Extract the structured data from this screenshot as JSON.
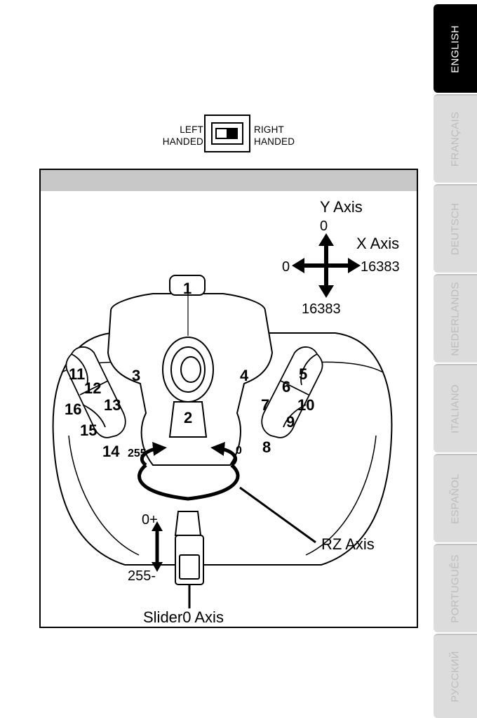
{
  "switch": {
    "left_label_1": "LEFT",
    "left_label_2": "HANDED",
    "right_label_1": "RIGHT",
    "right_label_2": "HANDED"
  },
  "figure": {
    "axes": {
      "y_title": "Y Axis",
      "y_top": "0",
      "x_title": "X Axis",
      "x_left": "0",
      "x_right": "16383",
      "y_bottom": "16383",
      "rz_left": "255",
      "rz_right": "0",
      "rz_label": "RZ Axis",
      "slider_top": "0+",
      "slider_bottom": "255-",
      "slider_label": "Slider0 Axis"
    },
    "buttons": [
      "1",
      "2",
      "3",
      "4",
      "5",
      "6",
      "7",
      "8",
      "9",
      "10",
      "11",
      "12",
      "13",
      "14",
      "15",
      "16"
    ]
  },
  "languages": [
    "ENGLISH",
    "FRANÇAIS",
    "DEUTSCH",
    "NEDERLANDS",
    "ITALIANO",
    "ESPAÑOL",
    "PORTUGUÊS",
    "РУССКИЙ"
  ],
  "colors": {
    "active_tab": "#000000",
    "inactive_tab": "#dcdcdc",
    "header_bar": "#c8c8c8"
  }
}
